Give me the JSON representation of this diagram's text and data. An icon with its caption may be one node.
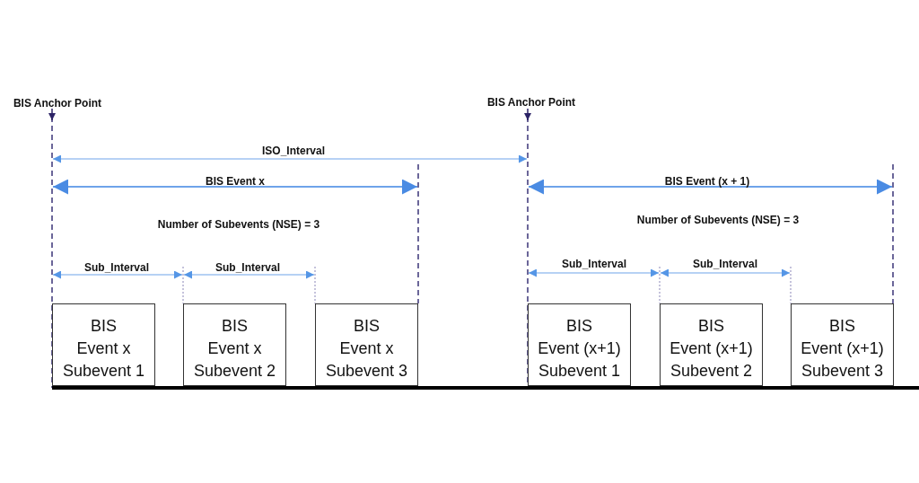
{
  "diagram": {
    "nodes": [
      {
        "text": [
          "BIS Event x Subevent 1"
        ]
      },
      {
        "text": [
          "BIS Event x Subevent 2"
        ]
      },
      {
        "text": [
          "BIS Event x Subevent 3"
        ]
      },
      {
        "text": [
          "BIS Event (x+1) Subevent 1"
        ]
      },
      {
        "text": [
          "BIS Event (x+1) Subevent 2"
        ]
      },
      {
        "text": [
          "BIS Event (x+1) Subevent 3"
        ]
      }
    ],
    "labels": [
      "BIS Anchor Point",
      "BIS Anchor Point",
      "ISO_Interval",
      "BIS Event x",
      "BIS Event (x + 1)",
      "Number of Subevents (NSE) = 3",
      "Number of Subevents (NSE) = 3",
      "Sub_Interval",
      "Sub_Interval",
      "Sub_Interval",
      "Sub_Interval"
    ]
  }
}
